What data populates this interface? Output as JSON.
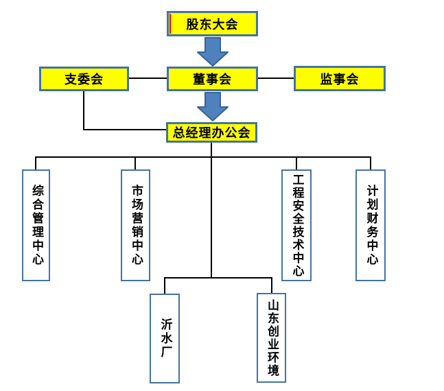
{
  "org_chart": {
    "shareholders": {
      "label": "股东大会"
    },
    "branch_committee": {
      "label": "支委会"
    },
    "board": {
      "label": "董事会"
    },
    "supervisory_board": {
      "label": "监事会"
    },
    "gm_office": {
      "label": "总经理办公会"
    },
    "centers": [
      {
        "label": "综合管理中心"
      },
      {
        "label": "市场营销中心"
      },
      {
        "label": "工程安全技术中心"
      },
      {
        "label": "计划财务中心"
      }
    ],
    "subsidiaries": [
      {
        "label": "沂水厂"
      },
      {
        "label": "山东创业环境"
      }
    ],
    "colors": {
      "node_fill": "#ffff00",
      "node_border": "#4472a4",
      "department_fill": "#ffffff",
      "arrow_fill": "#4f81bd",
      "arrow_outline": "#38619c",
      "connector": "#000000",
      "text": "#000000",
      "artifact_line": "#ff0000"
    }
  }
}
